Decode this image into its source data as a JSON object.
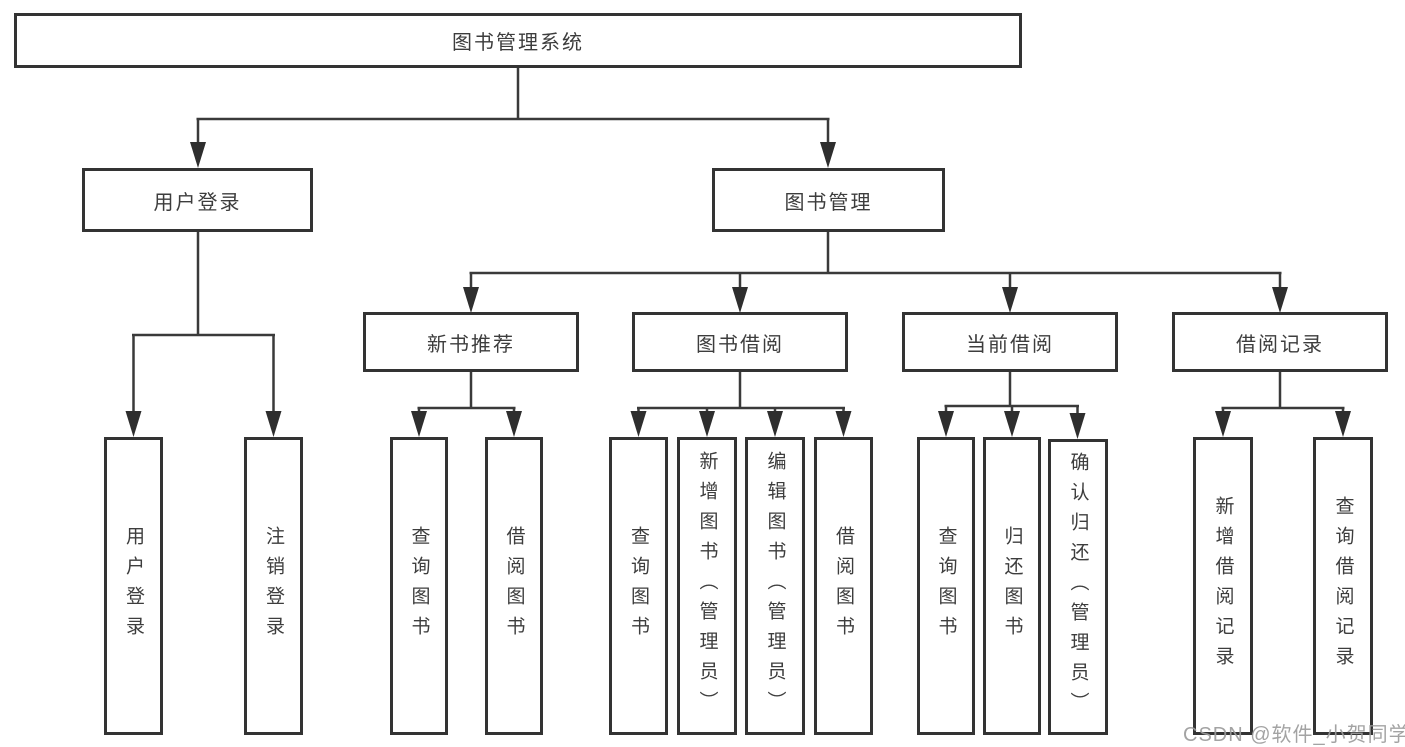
{
  "tree": {
    "label": "图书管理系统",
    "children": [
      {
        "label": "用户登录",
        "children": [
          {
            "label": "用户登录"
          },
          {
            "label": "注销登录"
          }
        ]
      },
      {
        "label": "图书管理",
        "children": [
          {
            "label": "新书推荐",
            "children": [
              {
                "label": "查询图书"
              },
              {
                "label": "借阅图书"
              }
            ]
          },
          {
            "label": "图书借阅",
            "children": [
              {
                "label": "查询图书"
              },
              {
                "label": "新增图书（管理员）"
              },
              {
                "label": "编辑图书（管理员）"
              },
              {
                "label": "借阅图书"
              }
            ]
          },
          {
            "label": "当前借阅",
            "children": [
              {
                "label": "查询图书"
              },
              {
                "label": "归还图书"
              },
              {
                "label": "确认归还（管理员）"
              }
            ]
          },
          {
            "label": "借阅记录",
            "children": [
              {
                "label": "新增借阅记录"
              },
              {
                "label": "查询借阅记录"
              }
            ]
          }
        ]
      }
    ]
  },
  "watermark": {
    "text": "CSDN @软件_小贺同学"
  },
  "colors": {
    "line": "#3a3a3a",
    "border": "#333333",
    "text": "#3d3d3d",
    "watermark": "#9c9c9c",
    "background": "#ffffff"
  }
}
